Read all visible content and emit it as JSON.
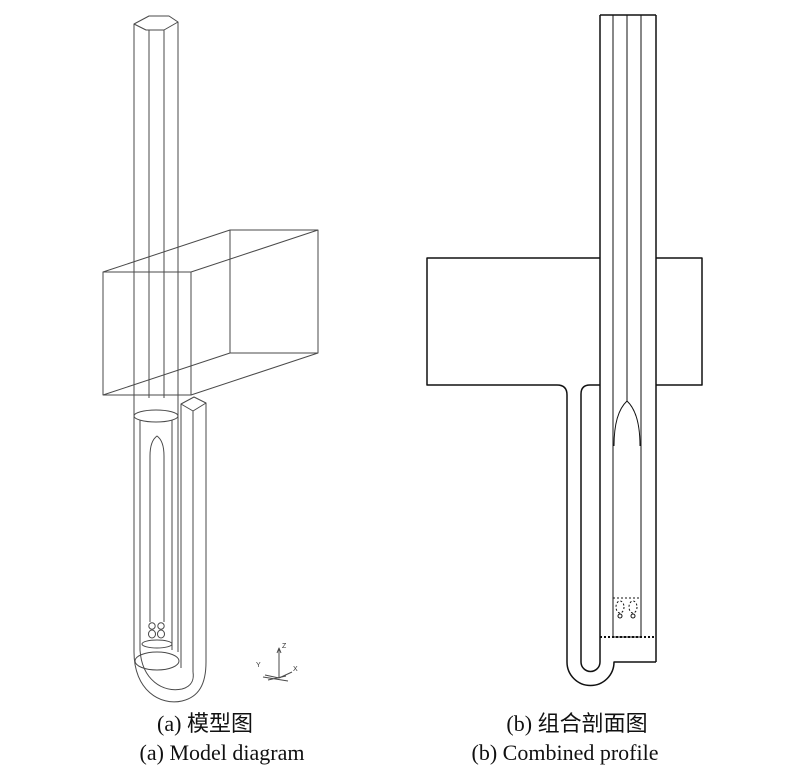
{
  "figure": {
    "panel_a": {
      "caption_zh": "(a) 模型图",
      "caption_en": "(a) Model diagram",
      "axis_triad": {
        "z_label": "Z",
        "y_label": "Y",
        "x_label": "X"
      }
    },
    "panel_b": {
      "caption_zh": "(b) 组合剖面图",
      "caption_en": "(b) Combined profile"
    }
  },
  "colors": {
    "background": "#ffffff",
    "wireframe_line": "#4a4a4a",
    "profile_line": "#111111"
  }
}
